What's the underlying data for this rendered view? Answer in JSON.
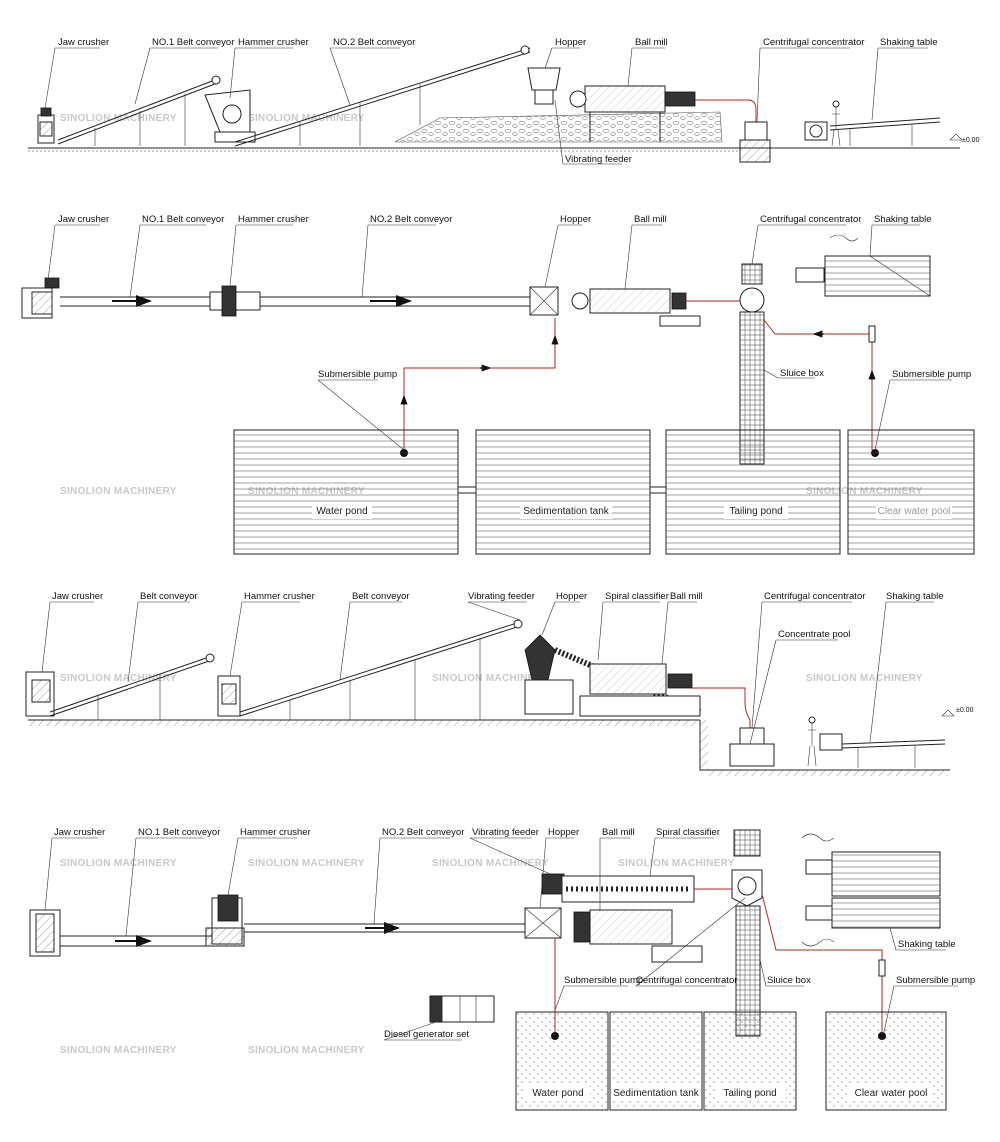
{
  "watermark": "SINOLION MACHINERY",
  "colors": {
    "line": "#222222",
    "pipe": "#b3261e",
    "watermark": "#c8c8c8"
  },
  "panel1": {
    "jaw_crusher": "Jaw crusher",
    "belt1": "NO.1 Belt conveyor",
    "hammer": "Hammer crusher",
    "belt2": "NO.2 Belt conveyor",
    "hopper": "Hopper",
    "ball_mill": "Ball mill",
    "centrifugal": "Centrifugal concentrator",
    "shaking_table": "Shaking table",
    "vibrating_feeder": "Vibrating feeder",
    "level": "±0.00"
  },
  "panel2": {
    "jaw_crusher": "Jaw crusher",
    "belt1": "NO.1 Belt conveyor",
    "hammer": "Hammer crusher",
    "belt2": "NO.2 Belt conveyor",
    "hopper": "Hopper",
    "ball_mill": "Ball mill",
    "centrifugal": "Centrifugal concentrator",
    "shaking_table": "Shaking table",
    "sluice_box": "Sluice box",
    "pump_left": "Submersible pump",
    "pump_right": "Submersible pump",
    "water_pond": "Water pond",
    "sedimentation": "Sedimentation tank",
    "tailing": "Tailing pond",
    "clear_water": "Clear water pool"
  },
  "panel3": {
    "jaw_crusher": "Jaw crusher",
    "belt1": "Belt conveyor",
    "hammer": "Hammer crusher",
    "belt2": "Belt conveyor",
    "vibrating_feeder": "Vibrating feeder",
    "hopper": "Hopper",
    "spiral": "Spiral classifier",
    "ball_mill": "Ball mill",
    "centrifugal": "Centrifugal concentrator",
    "shaking_table": "Shaking table",
    "concentrate_pool": "Concentrate pool",
    "level": "±0.00"
  },
  "panel4": {
    "jaw_crusher": "Jaw crusher",
    "belt1": "NO.1 Belt conveyor",
    "hammer": "Hammer crusher",
    "belt2": "NO.2 Belt conveyor",
    "vibrating_feeder": "Vibrating feeder",
    "hopper": "Hopper",
    "ball_mill": "Ball mill",
    "spiral": "Spiral classifier",
    "centrifugal": "Centrifugal concentrator",
    "sluice_box": "Sluice box",
    "shaking_table": "Shaking table",
    "pump_left": "Submersible pump",
    "pump_right": "Submersible pump",
    "diesel": "Diesel generator set",
    "water_pond": "Water pond",
    "sedimentation": "Sedimentation tank",
    "tailing": "Tailing pond",
    "clear_water": "Clear water pool"
  }
}
